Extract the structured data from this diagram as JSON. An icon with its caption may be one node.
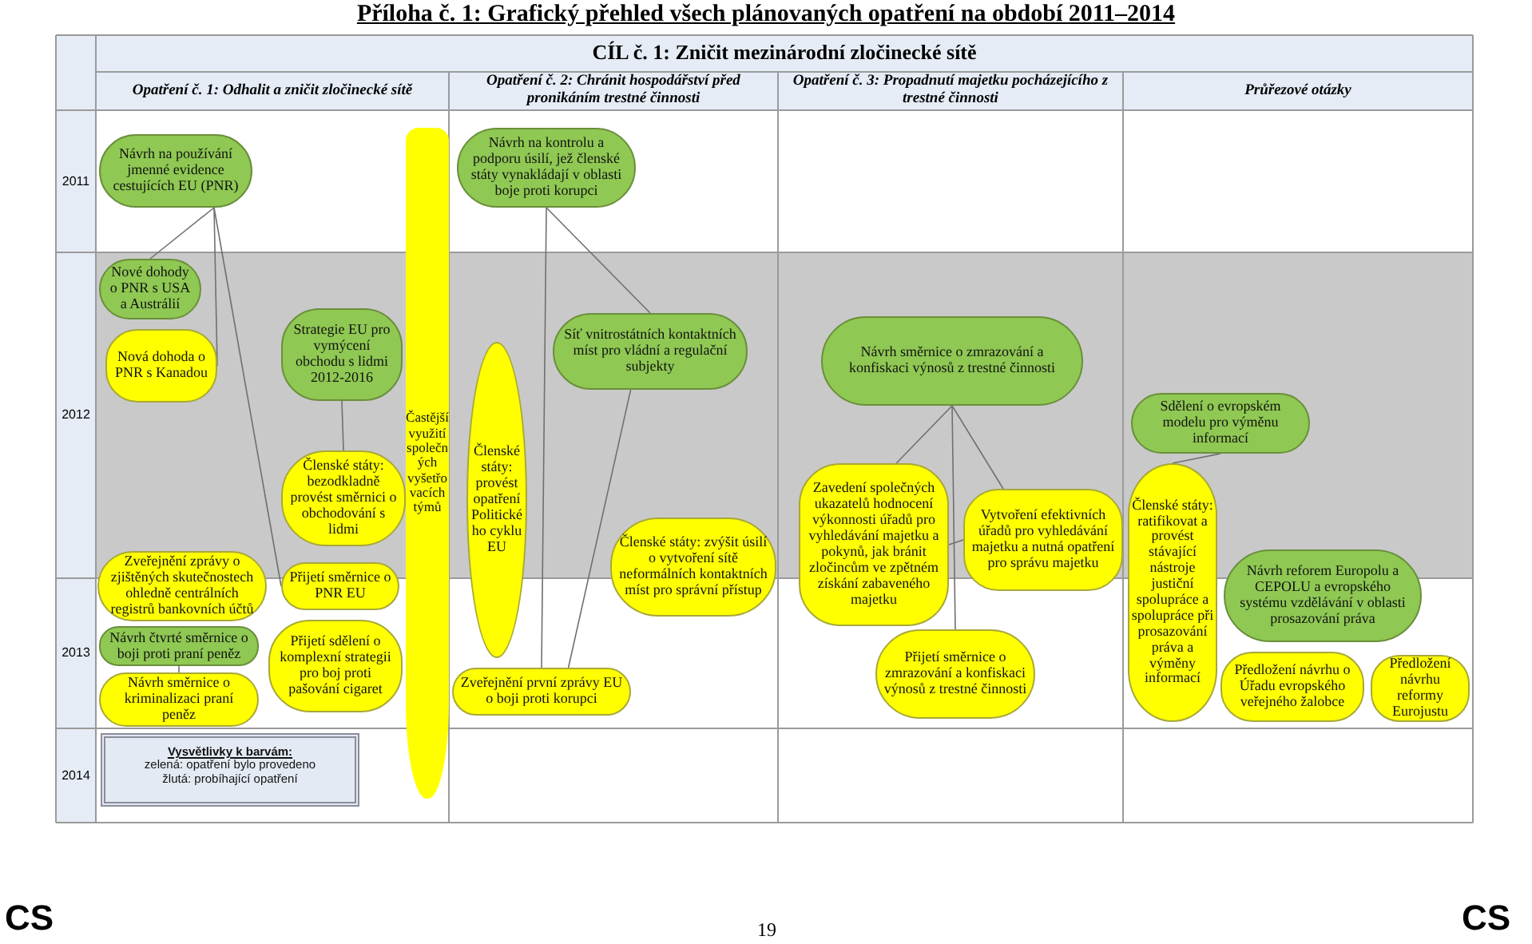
{
  "diagram": {
    "title": "Příloha č. 1: Grafický přehled všech plánovaných opatření na období 2011–2014",
    "nodes": [
      {
        "text": [
          "Návrh na používání jmenné evidence cestujících EU (PNR)"
        ]
      },
      {
        "text": [
          "Častější využití společných vyšetřovacích týmů"
        ]
      },
      {
        "text": [
          "Návrh na kontrolu a podporu úsilí, jež členské státy vynakládají v oblasti boje proti korupci"
        ]
      },
      {
        "text": [
          "Nové dohody o PNR s USA a Austrálií"
        ]
      },
      {
        "text": [
          "Nová dohoda o PNR s Kanadou"
        ]
      },
      {
        "text": [
          "Strategie EU pro vymýcení obchodu s lidmi 2012-2016"
        ]
      },
      {
        "text": [
          "Síť vnitrostátních kontaktních míst pro vládní a regulační subjekty"
        ]
      },
      {
        "text": [
          "Návrh směrnice o zmrazování a konfiskaci výnosů z trestné činnosti"
        ]
      },
      {
        "text": [
          "Členské státy: provést opatření Politického cyklu EU"
        ]
      },
      {
        "text": [
          "Sdělení o evropském modelu pro výměnu informací"
        ]
      },
      {
        "text": [
          "Členské státy: bezodkladně provést směrnici o obchodování s lidmi"
        ]
      },
      {
        "text": [
          "Zavedení společných ukazatelů hodnocení výkonnosti úřadů pro vyhledávání majetku a pokynů, jak bránit zločincům ve zpětném získání zabaveného majetku"
        ]
      },
      {
        "text": [
          "Členské státy: ratifikovat a provést stávající nástroje justiční spolupráce a spolupráce při prosazování práva a výměny informací"
        ]
      },
      {
        "text": [
          "Vytvoření efektivních úřadů pro vyhledávání majetku a nutná opatření pro správu majetku"
        ]
      },
      {
        "text": [
          "Členské státy: zvýšit úsilí o vytvoření sítě neformálních kontaktních míst pro správní přístup"
        ]
      },
      {
        "text": [
          "Zveřejnění zprávy o zjištěných skutečnostech ohledně centrálních registrů bankovních účtů"
        ]
      },
      {
        "text": [
          "Přijetí směrnice o PNR EU"
        ]
      },
      {
        "text": [
          "Návrh reforem Europolu a CEPOLU a evropského systému vzdělávání v oblasti prosazování práva"
        ]
      },
      {
        "text": [
          "Návrh čtvrté směrnice o boji proti praní peněz"
        ]
      },
      {
        "text": [
          "Přijetí směrnice o zmrazování a konfiskaci výnosů z trestné činnosti"
        ]
      },
      {
        "text": [
          "Přijetí sdělení o komplexní strategii pro boj proti pašování cigaret"
        ]
      },
      {
        "text": [
          "Zveřejnění první zprávy EU o boji proti korupci"
        ]
      },
      {
        "text": [
          "Předložení návrhu o Úřadu evropského veřejného žalobce"
        ]
      },
      {
        "text": [
          "Předložení návrhu reformy Eurojustu"
        ]
      },
      {
        "text": [
          "Návrh směrnice o kriminalizaci praní peněz"
        ]
      },
      {
        "text": [
          "Vysvětlivky k barvám:",
          "zelená: opatření bylo provedeno",
          "žlutá: probíhající opatření"
        ]
      }
    ],
    "edges": [
      {
        "from": 0,
        "to": 3,
        "arrow": "none"
      },
      {
        "from": 0,
        "to": 4,
        "arrow": "none"
      },
      {
        "from": 0,
        "to": 16,
        "arrow": "none"
      },
      {
        "from": 5,
        "to": 10,
        "arrow": "none"
      },
      {
        "from": 2,
        "to": 21,
        "arrow": "none"
      },
      {
        "from": 2,
        "to": 6,
        "arrow": "none"
      },
      {
        "from": 6,
        "to": 21,
        "arrow": "none"
      },
      {
        "from": 7,
        "to": 11,
        "arrow": "none"
      },
      {
        "from": 7,
        "to": 19,
        "arrow": "none"
      },
      {
        "from": 7,
        "to": 13,
        "arrow": "none"
      },
      {
        "from": 11,
        "to": 13,
        "arrow": "none"
      },
      {
        "from": 9,
        "to": 12,
        "arrow": "none"
      },
      {
        "from": 18,
        "to": 24,
        "arrow": "none"
      }
    ],
    "labels": [
      "CÍL č. 1: Zničit mezinárodní zločinecké sítě",
      "Opatření č. 1: Odhalit a zničit zločinecké sítě",
      "Opatření č. 2: Chránit hospodářství před pronikáním trestné činnosti",
      "Opatření č. 3: Propadnutí majetku pocházejícího z trestné činnosti",
      "Průřezové otázky",
      "2011",
      "2012",
      "2013",
      "2014",
      "CS",
      "19",
      "CS"
    ]
  }
}
